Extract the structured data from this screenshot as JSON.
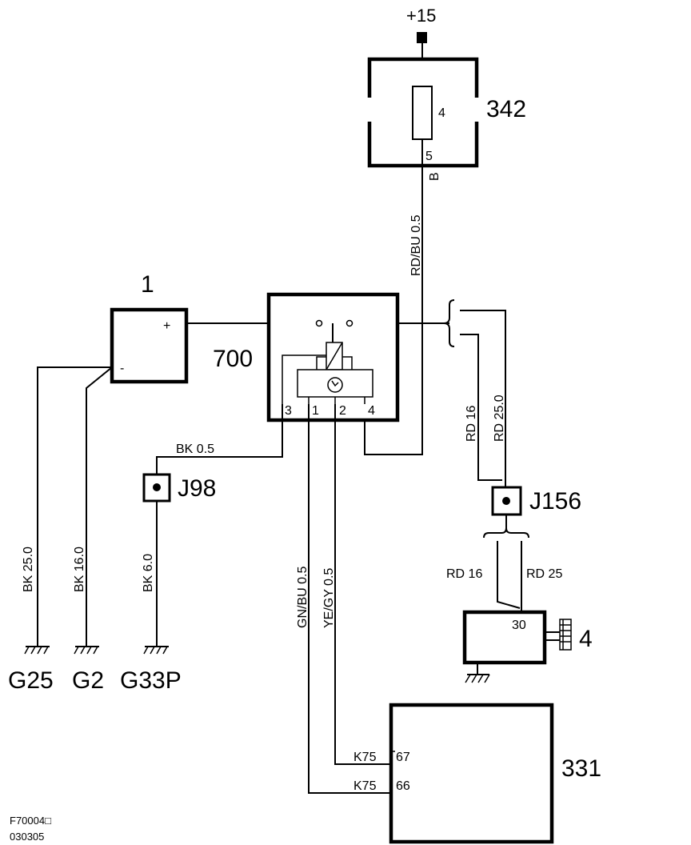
{
  "supply": {
    "label": "+15"
  },
  "components": {
    "fuse_box": {
      "id": "342",
      "fuse_number": "4",
      "pin_out": "5",
      "connector": "B"
    },
    "battery": {
      "id": "1",
      "plus": "+",
      "minus": "-"
    },
    "relay": {
      "id": "700",
      "pins": [
        "3",
        "1",
        "2",
        "4"
      ]
    },
    "starter": {
      "id": "4",
      "pin": "30"
    },
    "control_module": {
      "id": "331",
      "pins": [
        {
          "connector": "K75",
          "pin": "67"
        },
        {
          "connector": "K75",
          "pin": "66"
        }
      ]
    }
  },
  "junctions": {
    "j98": "J98",
    "j156": "J156"
  },
  "grounds": [
    "G25",
    "G2",
    "G33P"
  ],
  "wires": {
    "fuse_to_relay": "RD/BU  0.5",
    "relay_to_j98": "BK   0.5",
    "g25": "BK   25.0",
    "g2": "BK   16.0",
    "g33p": "BK   6.0",
    "gnbu": "GN/BU  0.5",
    "yegy": "YE/GY  0.5",
    "rd16_top": "RD   16",
    "rd25_top": "RD   25.0",
    "rd16_bottom": "RD  16",
    "rd25_bottom": "RD 25"
  },
  "footer": {
    "code": "F70004□",
    "date": "030305"
  }
}
